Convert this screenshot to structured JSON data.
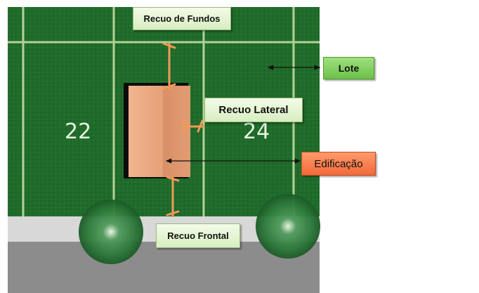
{
  "labels": {
    "recuo_fundos": "Recuo de Fundos",
    "lote": "Lote",
    "recuo_lateral": "Recuo Lateral",
    "edificacao": "Edificação",
    "recuo_frontal": "Recuo Frontal"
  },
  "lots": {
    "left_number": "22",
    "right_number": "24"
  },
  "colors": {
    "grass": "#1f6b2b",
    "lot_lines": "#cfe3a8",
    "setback_arrows": "#f29a57",
    "building": "#e8a57a",
    "sidewalk": "#d8d8d8",
    "street": "#8c8c8c",
    "pointer_arrows": "#111111"
  }
}
